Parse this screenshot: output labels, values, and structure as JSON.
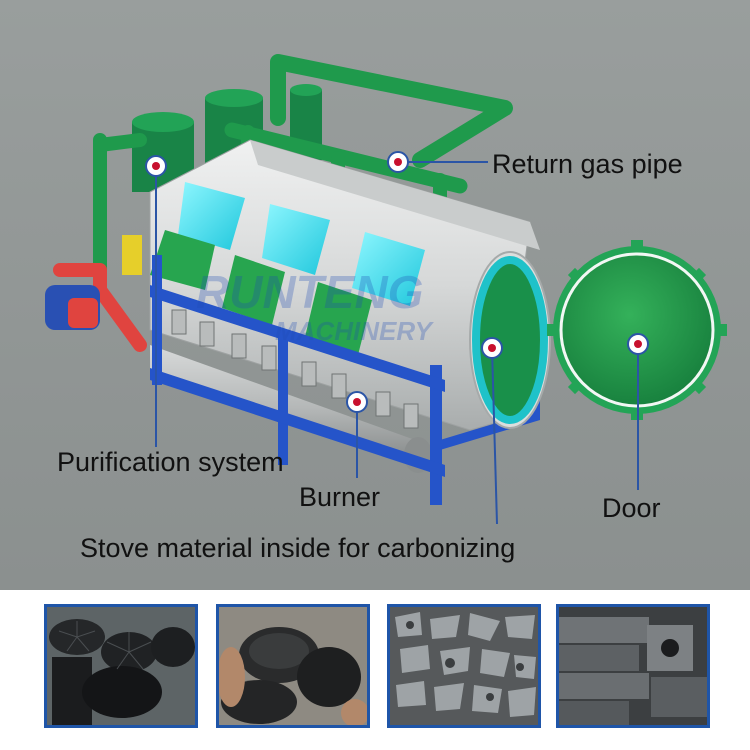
{
  "labels": {
    "return_gas_pipe": "Return gas pipe",
    "purification_system": "Purification system",
    "burner": "Burner",
    "door": "Door",
    "stove_material": "Stove material inside for carbonizing"
  },
  "watermark": {
    "brand": "RUNTENG",
    "sub": "MACHINERY"
  },
  "colors": {
    "pipe_green": "#1f9a4c",
    "tank_green": "#198447",
    "body_grey": "#dcdedd",
    "window_cyan": "#3fe6f2",
    "frame_blue": "#2554c9",
    "leader_blue": "#2b55a6",
    "marker_red": "#c8102e",
    "photo_border": "#1f55a8"
  },
  "photos": [
    {
      "subject": "charcoal-logs-photo"
    },
    {
      "subject": "coconut-shell-charcoal-photo"
    },
    {
      "subject": "charcoal-chunks-photo"
    },
    {
      "subject": "charcoal-briquettes-photo"
    }
  ]
}
